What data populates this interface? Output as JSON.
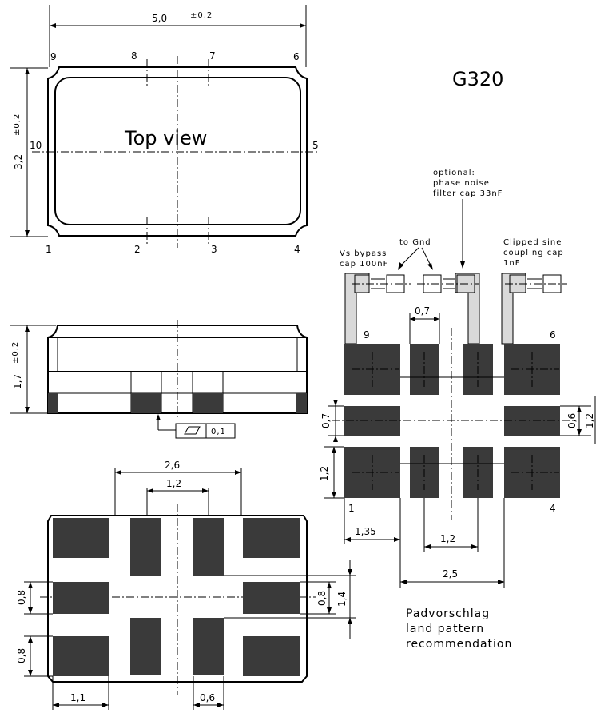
{
  "title": "G320",
  "top_view": {
    "label": "Top view",
    "width_dim": "5,0",
    "width_tol": "±0,2",
    "height_dim": "3,2",
    "height_tol": "±0,2",
    "pins": {
      "p1": "1",
      "p2": "2",
      "p3": "3",
      "p4": "4",
      "p5": "5",
      "p6": "6",
      "p7": "7",
      "p8": "8",
      "p9": "9",
      "p10": "10"
    }
  },
  "side_view": {
    "height_dim": "1,7",
    "height_tol": "±0,2",
    "flatness": "0,1"
  },
  "bottom_view": {
    "dim_2_6": "2,6",
    "dim_1_2": "1,2",
    "dim_0_8_left": "0,8",
    "dim_0_8_bottom_left": "0,8",
    "dim_0_8_right": "0,8",
    "dim_1_4": "1,4",
    "dim_1_1": "1,1",
    "dim_0_6": "0,6"
  },
  "land_pattern": {
    "note_optional": [
      "optional:",
      "phase noise",
      "filter cap 33nF"
    ],
    "note_gnd": "to Gnd",
    "note_vs": [
      "Vs bypass",
      "cap 100nF"
    ],
    "note_clipped": [
      "Clipped sine",
      "coupling cap",
      "1nF"
    ],
    "dim_0_7_top": "0,7",
    "dim_0_7_left": "0,7",
    "dim_0_6_right": "0,6",
    "dim_1_2_right": "1,2",
    "dim_1_2_left": "1,2",
    "dim_1_35": "1,35",
    "dim_1_2_bottom": "1,2",
    "dim_2_5": "2,5",
    "pins": {
      "p9": "9",
      "p6": "6",
      "p1": "1",
      "p4": "4"
    },
    "caption": [
      "Padvorschlag",
      "land pattern",
      "recommendation"
    ]
  }
}
